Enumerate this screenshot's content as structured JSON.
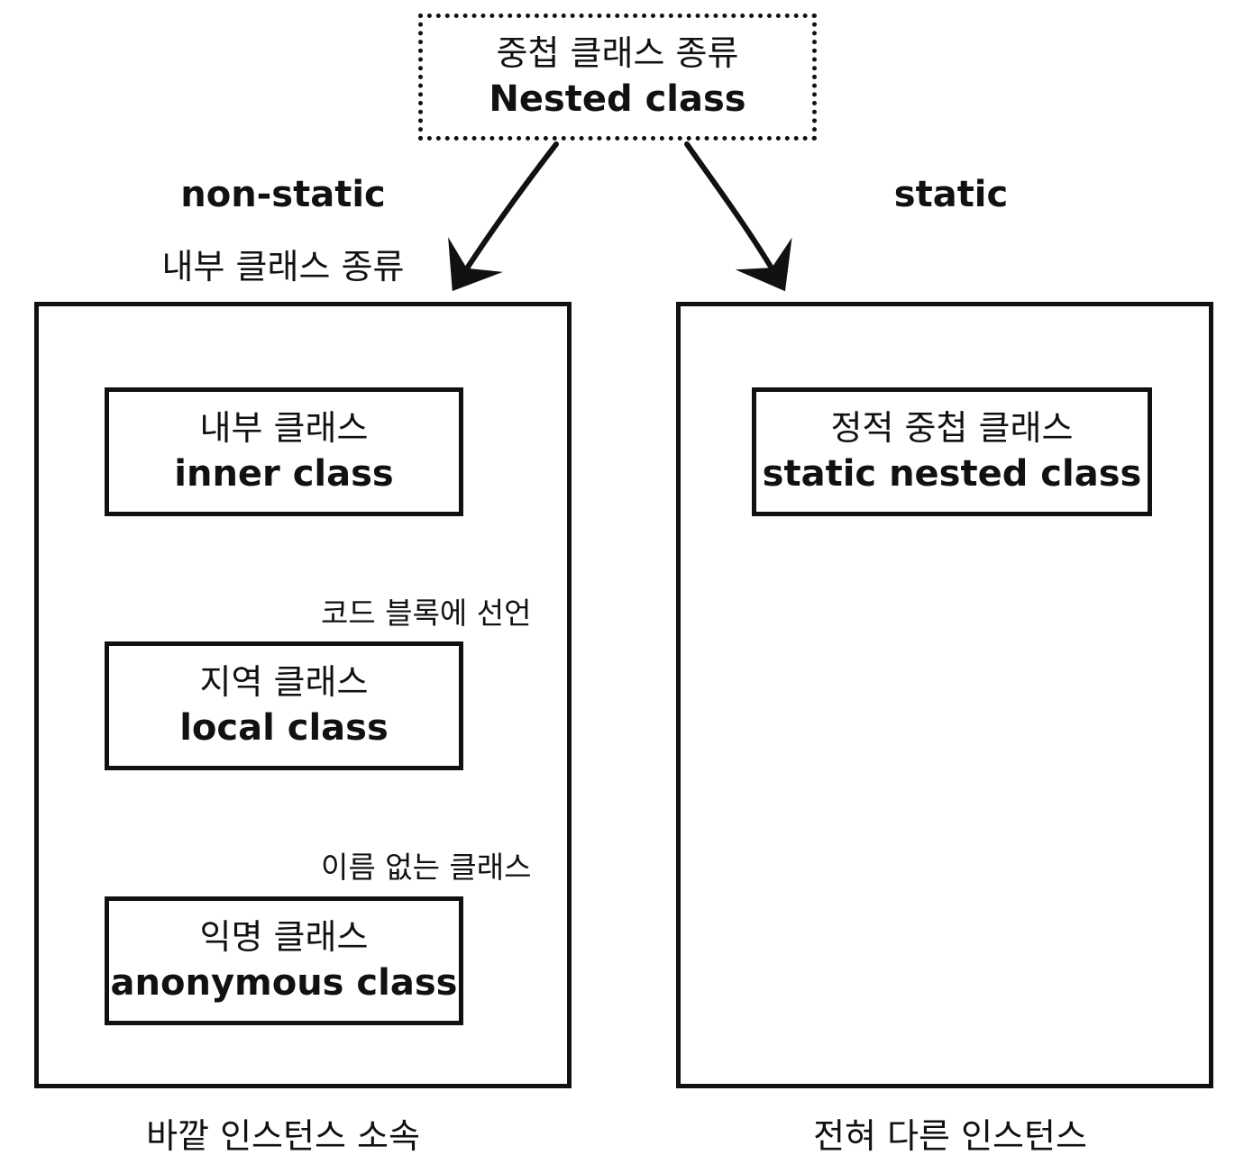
{
  "root": {
    "title_ko": "중첩 클래스 종류",
    "title_en": "Nested class"
  },
  "non_static": {
    "heading": "non-static",
    "subheading": "내부 클래스 종류",
    "caption": "바깥 인스턴스 소속",
    "nodes": [
      {
        "ko": "내부 클래스",
        "en": "inner class"
      },
      {
        "ko": "지역 클래스",
        "en": "local class"
      },
      {
        "ko": "익명 클래스",
        "en": "anonymous class"
      }
    ],
    "edges": [
      {
        "label": "코드 블록에 선언"
      },
      {
        "label": "이름 없는 클래스"
      }
    ]
  },
  "static": {
    "heading": "static",
    "caption": "전혀 다른 인스턴스",
    "nodes": [
      {
        "ko": "정적 중첩 클래스",
        "en": "static nested class"
      }
    ]
  }
}
